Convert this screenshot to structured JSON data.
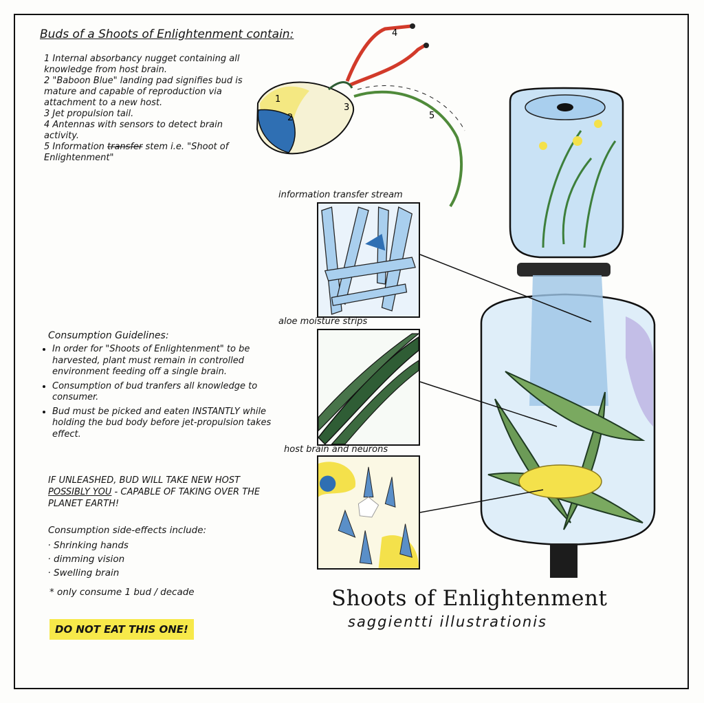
{
  "buds": {
    "title": "Buds of a Shoots of Enlightenment contain:",
    "items": [
      "1 Internal absorbancy nugget containing all knowledge from host brain.",
      "2 \"Baboon Blue\" landing pad signifies bud is mature and capable of reproduction via attachment to a new host.",
      "3 Jet propulsion tail.",
      "4 Antennas with sensors to detect brain activity."
    ],
    "item5_a": "5 Information ",
    "item5_strike": "transfer",
    "item5_b": " stem i.e. \"Shoot of Enlightenment\""
  },
  "diagram_numbers": {
    "n1": "1",
    "n2": "2",
    "n3": "3",
    "n4": "4",
    "n5": "5"
  },
  "guidelines": {
    "heading": "Consumption Guidelines:",
    "items": [
      "In order for \"Shoots of Enlightenment\" to be harvested, plant must remain in controlled environment feeding off a single brain.",
      "Consumption of bud tranfers all knowledge to consumer.",
      "Bud must be picked and eaten INSTANTLY while holding the bud body before jet-propulsion takes effect."
    ],
    "warning_a": "IF UNLEASHED, BUD WILL TAKE NEW HOST ",
    "warning_u": "POSSIBLY YOU",
    "warning_b": " - CAPABLE OF TAKING OVER THE PLANET EARTH!"
  },
  "side_effects": {
    "heading": "Consumption side-effects include:",
    "items": [
      "Shrinking hands",
      "dimming vision",
      "Swelling brain"
    ],
    "note": "* only consume 1 bud / decade"
  },
  "warning_banner": "DO NOT EAT THIS ONE!",
  "panels": {
    "stream": "information transfer stream",
    "aloe": "aloe moisture strips",
    "brain": "host brain and neurons"
  },
  "title": "Shoots of Enlightenment",
  "signature": "saggientti illustrationis",
  "colors": {
    "baboon_blue": "#2f6fb3",
    "aloe_green": "#2f5d35",
    "yellow": "#f4e14b",
    "glass_blue": "#a9cfee",
    "red_antenna": "#d23a2a"
  }
}
